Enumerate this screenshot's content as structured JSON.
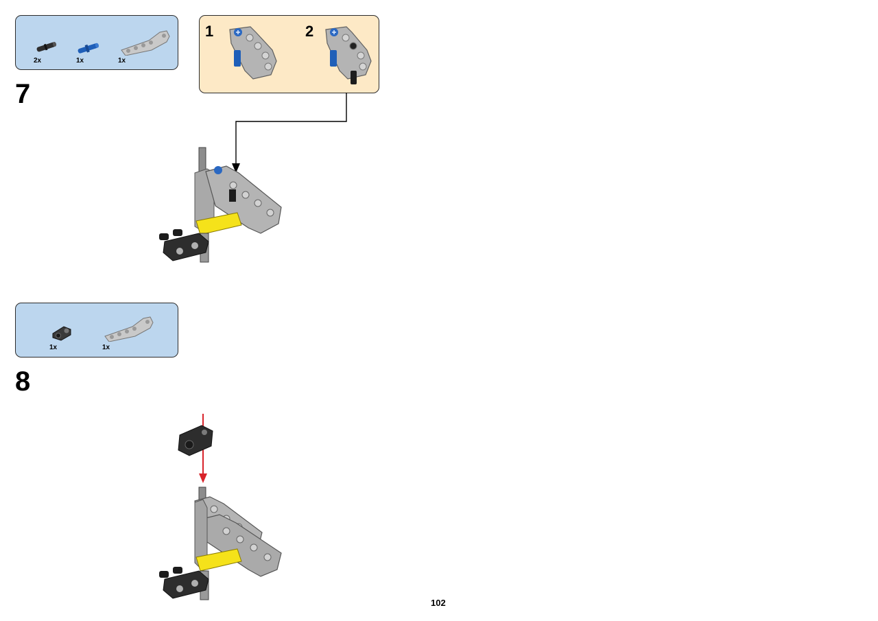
{
  "page": {
    "number": "102"
  },
  "steps": [
    {
      "number": "7",
      "parts": [
        {
          "icon": "black-friction-pin-icon",
          "qty": "2x"
        },
        {
          "icon": "blue-axle-pin-icon",
          "qty": "1x"
        },
        {
          "icon": "gray-angled-beam-icon",
          "qty": "1x"
        }
      ],
      "substeps": [
        {
          "number": "1"
        },
        {
          "number": "2"
        }
      ]
    },
    {
      "number": "8",
      "parts": [
        {
          "icon": "black-cross-block-icon",
          "qty": "1x"
        },
        {
          "icon": "gray-angled-beam-icon",
          "qty": "1x"
        }
      ]
    }
  ],
  "colors": {
    "parts_box": "#bcd6ee",
    "substep_box": "#fde9c6",
    "beam_gray": "#b4b4b4",
    "connector_yellow": "#f5e21a",
    "pin_blue": "#1f5fb8",
    "arrow_red": "#d8232a"
  }
}
